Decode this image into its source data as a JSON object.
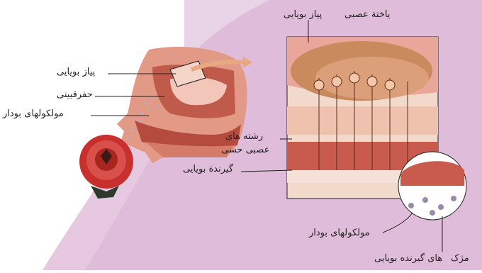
{
  "labels": {
    "olfactory_bulb_left": "پیاز بویایی",
    "nasal_cavity": "حفرقبینی",
    "odor_molecules_left": "مولکولهای بودار",
    "neuron": "یاختة عصبی",
    "olfactory_bulb_top": "پیاز بویایی",
    "sensory_fibers_line1": "رشته های",
    "sensory_fibers_line2": "عصبی حسی",
    "olfactory_receptor": "گیرندة بویایی",
    "odor_molecules_right": "مولکولهای بودار",
    "cilia": "مژک",
    "receptor_cell": "های گیرنده بویایی"
  },
  "colors": {
    "background_tint": "#d9b5d3",
    "skin": "#d9876a",
    "tissue_pink": "#e8a79a",
    "bulb": "#c98a5e",
    "rose": "#c8302d",
    "line": "#231f20"
  }
}
